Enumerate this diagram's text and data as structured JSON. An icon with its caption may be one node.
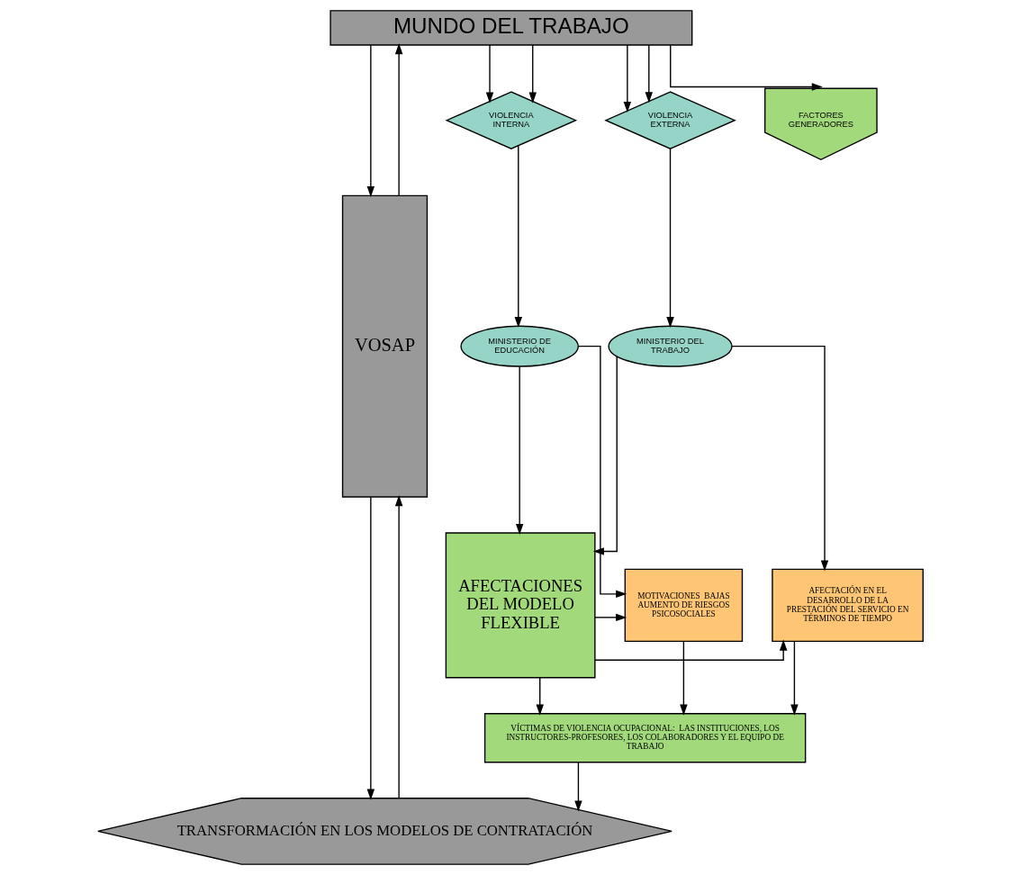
{
  "diagram": {
    "nodes": [
      {
        "text": [
          "MUNDO DEL TRABAJO"
        ]
      },
      {
        "text": [
          "VIOLENCIA INTERNA"
        ]
      },
      {
        "text": [
          "FACTORES GENERADORES"
        ]
      },
      {
        "text": [
          "VIOLENCIA EXTERNA"
        ]
      },
      {
        "text": [
          "VOSAP"
        ]
      },
      {
        "text": [
          "MINISTERIO DE EDUCACIÓN"
        ]
      },
      {
        "text": [
          "AFECTACIONES DEL MODELO FLEXIBLE"
        ]
      },
      {
        "text": [
          "MINISTERIO DEL TRABAJO"
        ]
      },
      {
        "text": [
          "MOTIVACIONES  BAJAS AUMENTO DE RIESGOS PSICOSOCIALES"
        ]
      },
      {
        "text": [
          "AFECTACIÓN EN EL DESARROLLO DE LA PRESTACIÓN DEL SERVICIO EN TÉRMINOS DE TIEMPO"
        ]
      },
      {
        "text": [
          "VÍCTIMAS DE VIOLENCIA OCUPACIONAL:  LAS INSTITUCIONES, LOS INSTRUCTORES-PROFESORES, LOS COLABORADORES Y EL EQUIPO DE TRABAJO"
        ]
      },
      {
        "text": [
          "TRANSFORMACIÓN EN LOS MODELOS DE CONTRATACIÓN"
        ]
      }
    ],
    "edges": [
      {
        "from": 0,
        "to": 1,
        "arrow": "to"
      },
      {
        "from": 0,
        "to": 2,
        "arrow": "to"
      },
      {
        "from": 0,
        "to": 3,
        "arrow": "to"
      },
      {
        "from": 0,
        "to": 1,
        "arrow": "to"
      },
      {
        "from": 0,
        "to": 3,
        "arrow": "to"
      },
      {
        "from": 0,
        "to": 4,
        "arrow": "to"
      },
      {
        "from": 4,
        "to": 0,
        "arrow": "to"
      },
      {
        "from": 1,
        "to": 5,
        "arrow": "to"
      },
      {
        "from": 3,
        "to": 7,
        "arrow": "to"
      },
      {
        "from": 5,
        "to": 6,
        "arrow": "to"
      },
      {
        "from": 7,
        "to": 6,
        "arrow": "to"
      },
      {
        "from": 5,
        "to": 8,
        "arrow": "to"
      },
      {
        "from": 7,
        "to": 9,
        "arrow": "to"
      },
      {
        "from": 6,
        "to": 8,
        "arrow": "to"
      },
      {
        "from": 6,
        "to": 9,
        "arrow": "to"
      },
      {
        "from": 6,
        "to": 10,
        "arrow": "to"
      },
      {
        "from": 8,
        "to": 10,
        "arrow": "to"
      },
      {
        "from": 9,
        "to": 10,
        "arrow": "to"
      },
      {
        "from": 10,
        "to": 11,
        "arrow": "to"
      },
      {
        "from": 4,
        "to": 11,
        "arrow": "to"
      },
      {
        "from": 11,
        "to": 4,
        "arrow": "to"
      }
    ]
  }
}
